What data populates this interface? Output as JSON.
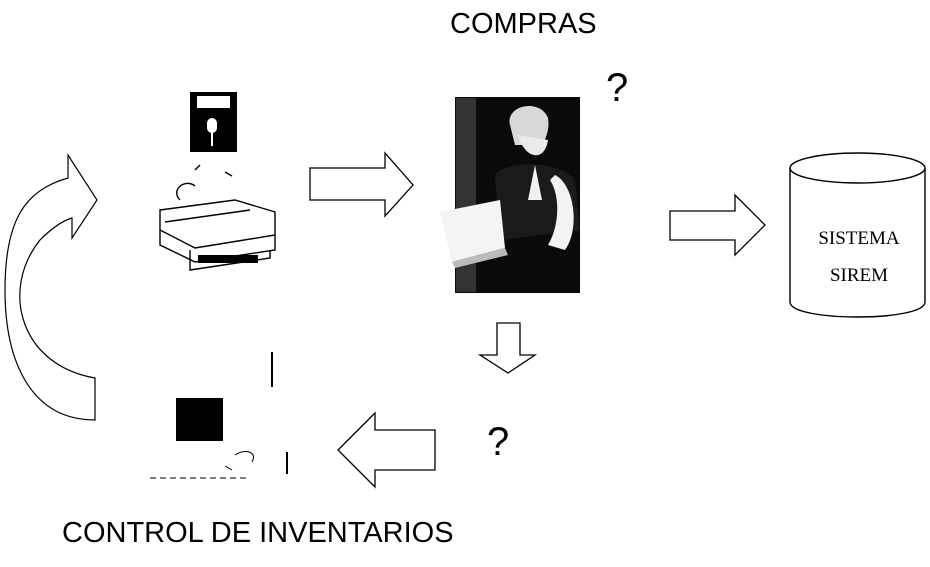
{
  "diagram": {
    "title_top": "COMPRAS",
    "title_bottom": "CONTROL DE INVENTARIOS",
    "question_top": "?",
    "question_bottom": "?",
    "system_label_line1": "SISTEMA",
    "system_label_line2": "SIREM"
  },
  "icons": [
    "floppy-disk-icon",
    "computer-drive-icon",
    "person-reading-icon",
    "database-cylinder-icon",
    "computer-terminal-icon",
    "cycle-arrow-icon"
  ]
}
